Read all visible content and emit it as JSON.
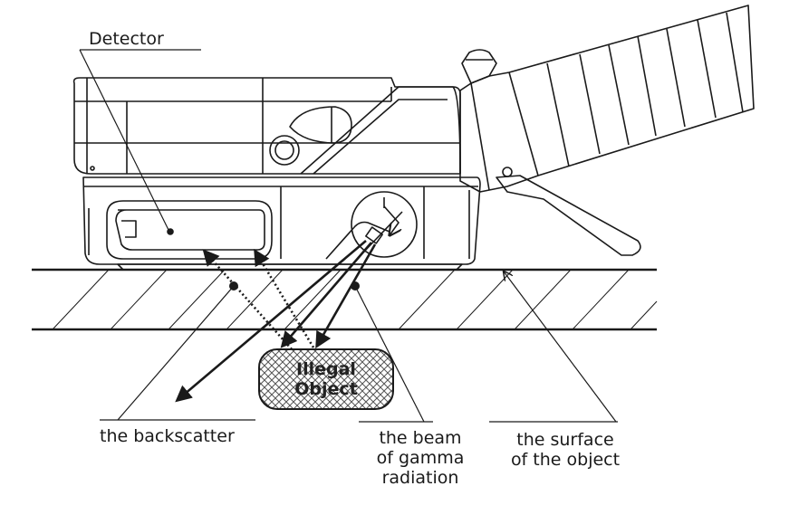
{
  "labels": {
    "detector": "Detector",
    "backscatter": "the backscatter",
    "beam_line1": "the beam",
    "beam_line2": "of gamma",
    "beam_line3": "radiation",
    "surface_line1": "the surface",
    "surface_line2": "of the object",
    "object_line1": "Illegal",
    "object_line2": "Object"
  },
  "colors": {
    "ink": "#1a1a1a",
    "background": "#ffffff"
  }
}
